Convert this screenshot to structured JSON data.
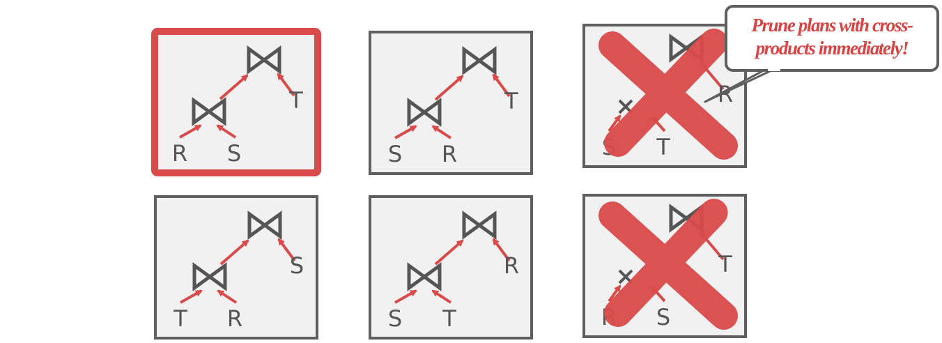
{
  "colors": {
    "box_fill": "#f1f1f1",
    "box_border": "#5f5f5f",
    "selected_border": "#d94a4a",
    "arrow": "#d94a4a",
    "join_symbol": "#555555",
    "strike": "#d94a4a",
    "callout_text": "#d94343",
    "callout_border": "#5f5f5f"
  },
  "plans": [
    {
      "id": "R-S-T",
      "selected": true,
      "pruned": false,
      "type": "join",
      "leaves": [
        "R",
        "S"
      ],
      "right": "T"
    },
    {
      "id": "S-R-T",
      "selected": false,
      "pruned": false,
      "type": "join",
      "leaves": [
        "S",
        "R"
      ],
      "right": "T"
    },
    {
      "id": "S-T-R",
      "selected": false,
      "pruned": true,
      "type": "cross",
      "leaves": [
        "S",
        "T"
      ],
      "right": "R"
    },
    {
      "id": "T-R-S",
      "selected": false,
      "pruned": false,
      "type": "join",
      "leaves": [
        "T",
        "R"
      ],
      "right": "S"
    },
    {
      "id": "S-T-R-2",
      "selected": false,
      "pruned": false,
      "type": "join",
      "leaves": [
        "S",
        "T"
      ],
      "right": "R"
    },
    {
      "id": "R-S-T-2",
      "selected": false,
      "pruned": true,
      "type": "cross",
      "leaves": [
        "R",
        "S"
      ],
      "right": "T"
    }
  ],
  "callout": {
    "line1": "Prune plans with cross-",
    "line2": "products immediately!"
  }
}
